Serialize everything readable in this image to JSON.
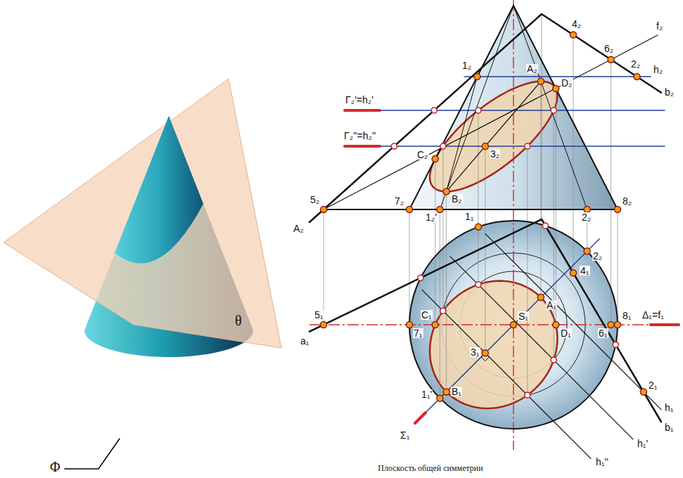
{
  "diagram": {
    "caption": "Плоскость общей симметрии",
    "labels": [
      "Φ",
      "θ",
      "4₂",
      "f₂",
      "1₂",
      "A₂",
      "6₂",
      "2₂",
      "h₂",
      "b₂",
      "Γ₂'=h₂'",
      "D₂",
      "Γ₂''=h₂''",
      "C₂",
      "3₂",
      "5₂",
      "B₂",
      "A₂",
      "7₂",
      "1₂'",
      "2₂",
      "8₂",
      "1₁",
      "2₂",
      "4₁",
      "A₁",
      "5₁",
      "C₁",
      "S₁",
      "8₁",
      "Δ₁=f₁",
      "a₁",
      "7₁",
      "D₁",
      "6₁",
      "3₁",
      "2₁",
      "h₁",
      "h₁'",
      "b₁",
      "1₁'",
      "B₁",
      "Σ₁",
      "h₁''"
    ]
  }
}
